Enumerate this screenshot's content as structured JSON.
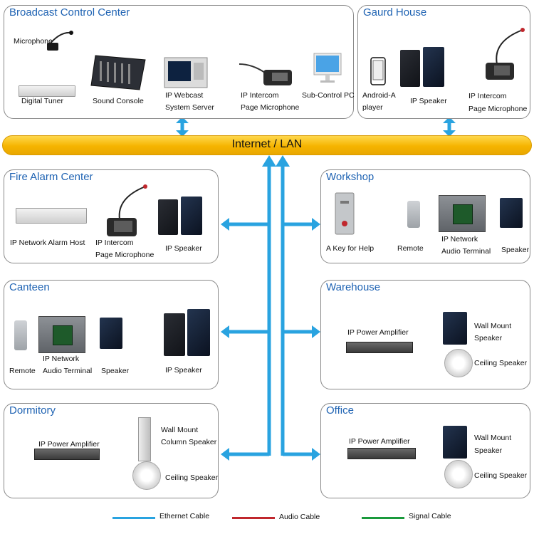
{
  "network": {
    "label": "Internet / LAN"
  },
  "panels": {
    "broadcast": {
      "title": "Broadcast Control Center",
      "microphone": "Microphone",
      "digital_tuner": "Digital Tuner",
      "sound_console": "Sound Console",
      "webcast": [
        "IP Webcast",
        "System Server"
      ],
      "intercom": [
        "IP Intercom",
        "Page Microphone"
      ],
      "subcontrol": "Sub-Control PC"
    },
    "guard": {
      "title": "Gaurd House",
      "android": [
        "Android-A",
        "player"
      ],
      "speaker": "IP Speaker",
      "intercom": [
        "IP Intercom",
        "Page Microphone"
      ]
    },
    "fire": {
      "title": "Fire Alarm Center",
      "host": "IP Network Alarm Host",
      "intercom": [
        "IP Intercom",
        "Page Microphone"
      ],
      "speaker": "IP Speaker"
    },
    "workshop": {
      "title": "Workshop",
      "key": "A Key for Help",
      "remote": "Remote",
      "terminal": [
        "IP Network",
        "Audio Terminal"
      ],
      "speaker": "Speaker"
    },
    "canteen": {
      "title": "Canteen",
      "remote": "Remote",
      "terminal": [
        "IP Network",
        "Audio Terminal"
      ],
      "speaker": "Speaker",
      "ip_speaker": "IP Speaker"
    },
    "warehouse": {
      "title": "Warehouse",
      "amp": "IP Power Amplifier",
      "wall": [
        "Wall Mount",
        "Speaker"
      ],
      "ceiling": "Ceiling Speaker"
    },
    "dormitory": {
      "title": "Dormitory",
      "amp": "IP Power Amplifier",
      "column": [
        "Wall Mount",
        "Column Speaker"
      ],
      "ceiling": "Ceiling Speaker"
    },
    "office": {
      "title": "Office",
      "amp": "IP Power Amplifier",
      "wall": [
        "Wall Mount",
        "Speaker"
      ],
      "ceiling": "Ceiling Speaker"
    }
  },
  "legend": {
    "ethernet": {
      "label": "Ethernet Cable",
      "color": "#29a3e0"
    },
    "audio": {
      "label": "Audio Cable",
      "color": "#c0272d"
    },
    "signal": {
      "label": "Signal Cable",
      "color": "#1a9a3c"
    }
  }
}
